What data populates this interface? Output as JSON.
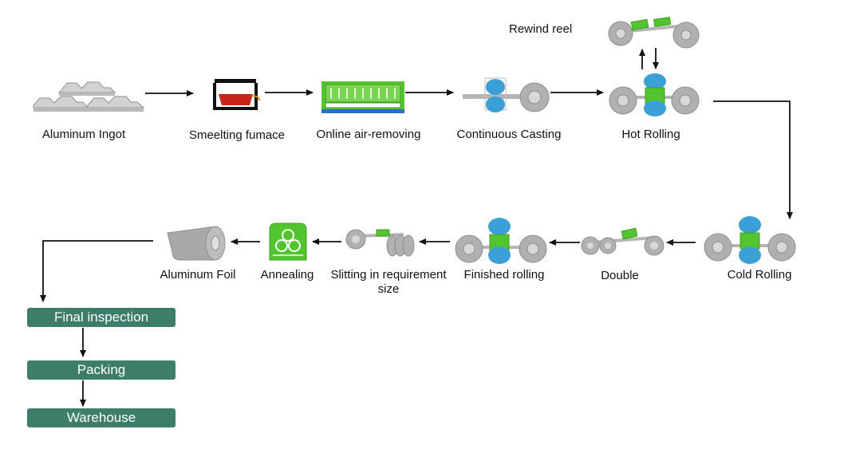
{
  "colors": {
    "accent_green": "#52c52e",
    "roller_blue": "#3b9fd8",
    "roller_gray": "#a9a9a9",
    "furnace_red": "#c8241c",
    "step_box": "#3e7d6a",
    "arrow": "#111111"
  },
  "rewind_label": "Rewind reel",
  "row1": [
    {
      "label": "Aluminum Ingot",
      "icon": "ingot-icon"
    },
    {
      "label": "Smeelting fumace",
      "icon": "furnace-icon"
    },
    {
      "label": "Online air-removing",
      "icon": "degassing-icon"
    },
    {
      "label": "Continuous Casting",
      "icon": "casting-icon"
    },
    {
      "label": "Hot Rolling",
      "icon": "hot-rolling-mill-icon"
    }
  ],
  "row2": [
    {
      "label": "Cold Rolling",
      "icon": "cold-rolling-mill-icon"
    },
    {
      "label": "Double",
      "icon": "doubling-icon"
    },
    {
      "label": "Finished rolling",
      "icon": "finishing-mill-icon"
    },
    {
      "label": "Slitting in requirement size",
      "icon": "slitting-icon"
    },
    {
      "label": "Annealing",
      "icon": "annealing-furnace-icon"
    },
    {
      "label": "Aluminum Foil",
      "icon": "foil-roll-icon"
    }
  ],
  "final_steps": [
    "Final inspection",
    "Packing",
    "Warehouse"
  ]
}
